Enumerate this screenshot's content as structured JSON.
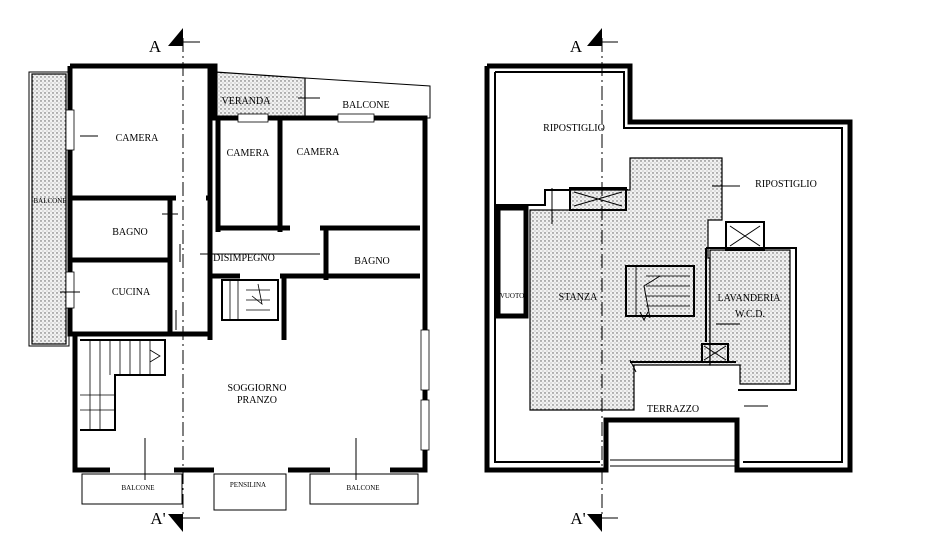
{
  "section": {
    "top_label": "A",
    "bottom_label": "A'"
  },
  "left_plan": {
    "rooms": {
      "camera_left": "CAMERA",
      "veranda": "VERANDA",
      "balcone_top": "BALCONE",
      "camera_mid": "CAMERA",
      "camera_right": "CAMERA",
      "balcone_side": "BALCONE",
      "bagno_left": "BAGNO",
      "disimpegno": "DISIMPEGNO",
      "bagno_right": "BAGNO",
      "cucina": "CUCINA",
      "soggiorno": "SOGGIORNO",
      "pranzo": "PRANZO",
      "balcone_bottom_left": "BALCONE",
      "pensilina": "PENSILINA",
      "balcone_bottom_right": "BALCONE"
    }
  },
  "right_plan": {
    "rooms": {
      "ripostiglio_left": "RIPOSTIGLIO",
      "ripostiglio_right": "RIPOSTIGLIO",
      "vuoto": "VUOTO",
      "stanza": "STANZA",
      "lavanderia": "LAVANDERIA",
      "wcd": "W.C.D.",
      "terrazzo": "TERRAZZO"
    }
  }
}
